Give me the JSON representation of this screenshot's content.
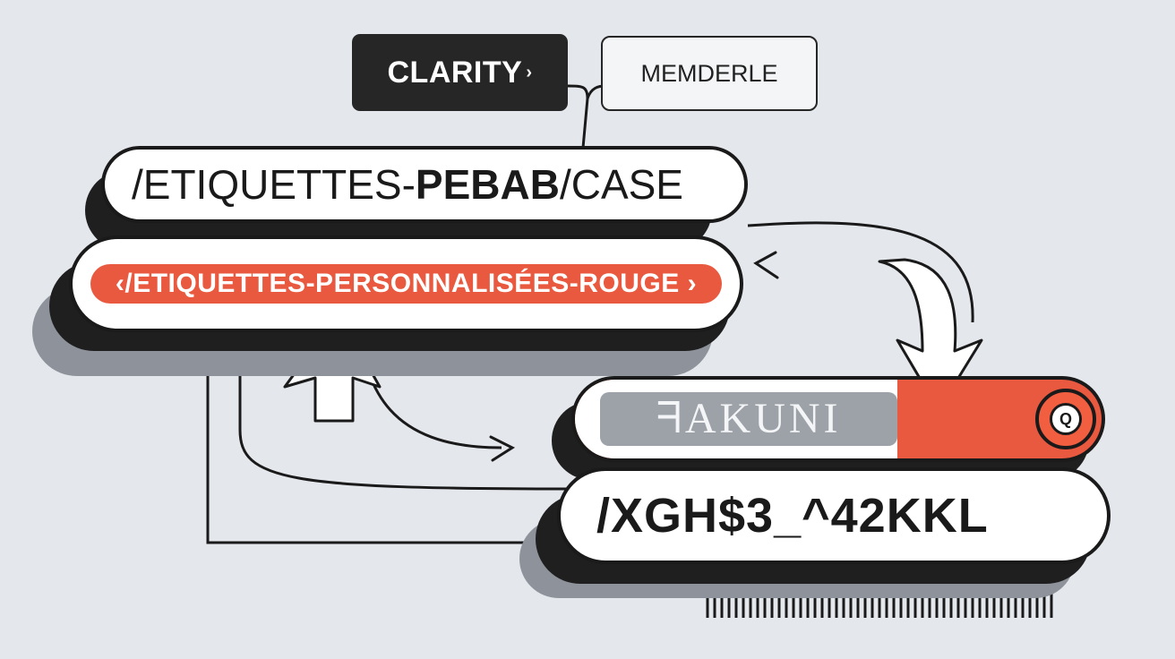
{
  "tags": {
    "dark_label": "CLARITY",
    "dark_arrow": "›",
    "light_label": "MEMDERLE"
  },
  "paths": {
    "path_one_prefix": "/ETIQUETTES-",
    "path_one_bold": "PEBAB",
    "path_one_suffix": "/CASE",
    "path_two": "‹/ETIQUETTES-PERSONNALISÉES-ROUGE ›",
    "path_three": "ᖷAKUNI",
    "path_four": "/XGH$3_^42KKL"
  },
  "colors": {
    "background": "#e4e7ec",
    "accent_red": "#e8593f",
    "ink": "#1a1a1a",
    "shadow_gray": "#8e939b"
  },
  "icons": {
    "knob": "search-knob-icon",
    "barcode": "barcode-icon"
  }
}
